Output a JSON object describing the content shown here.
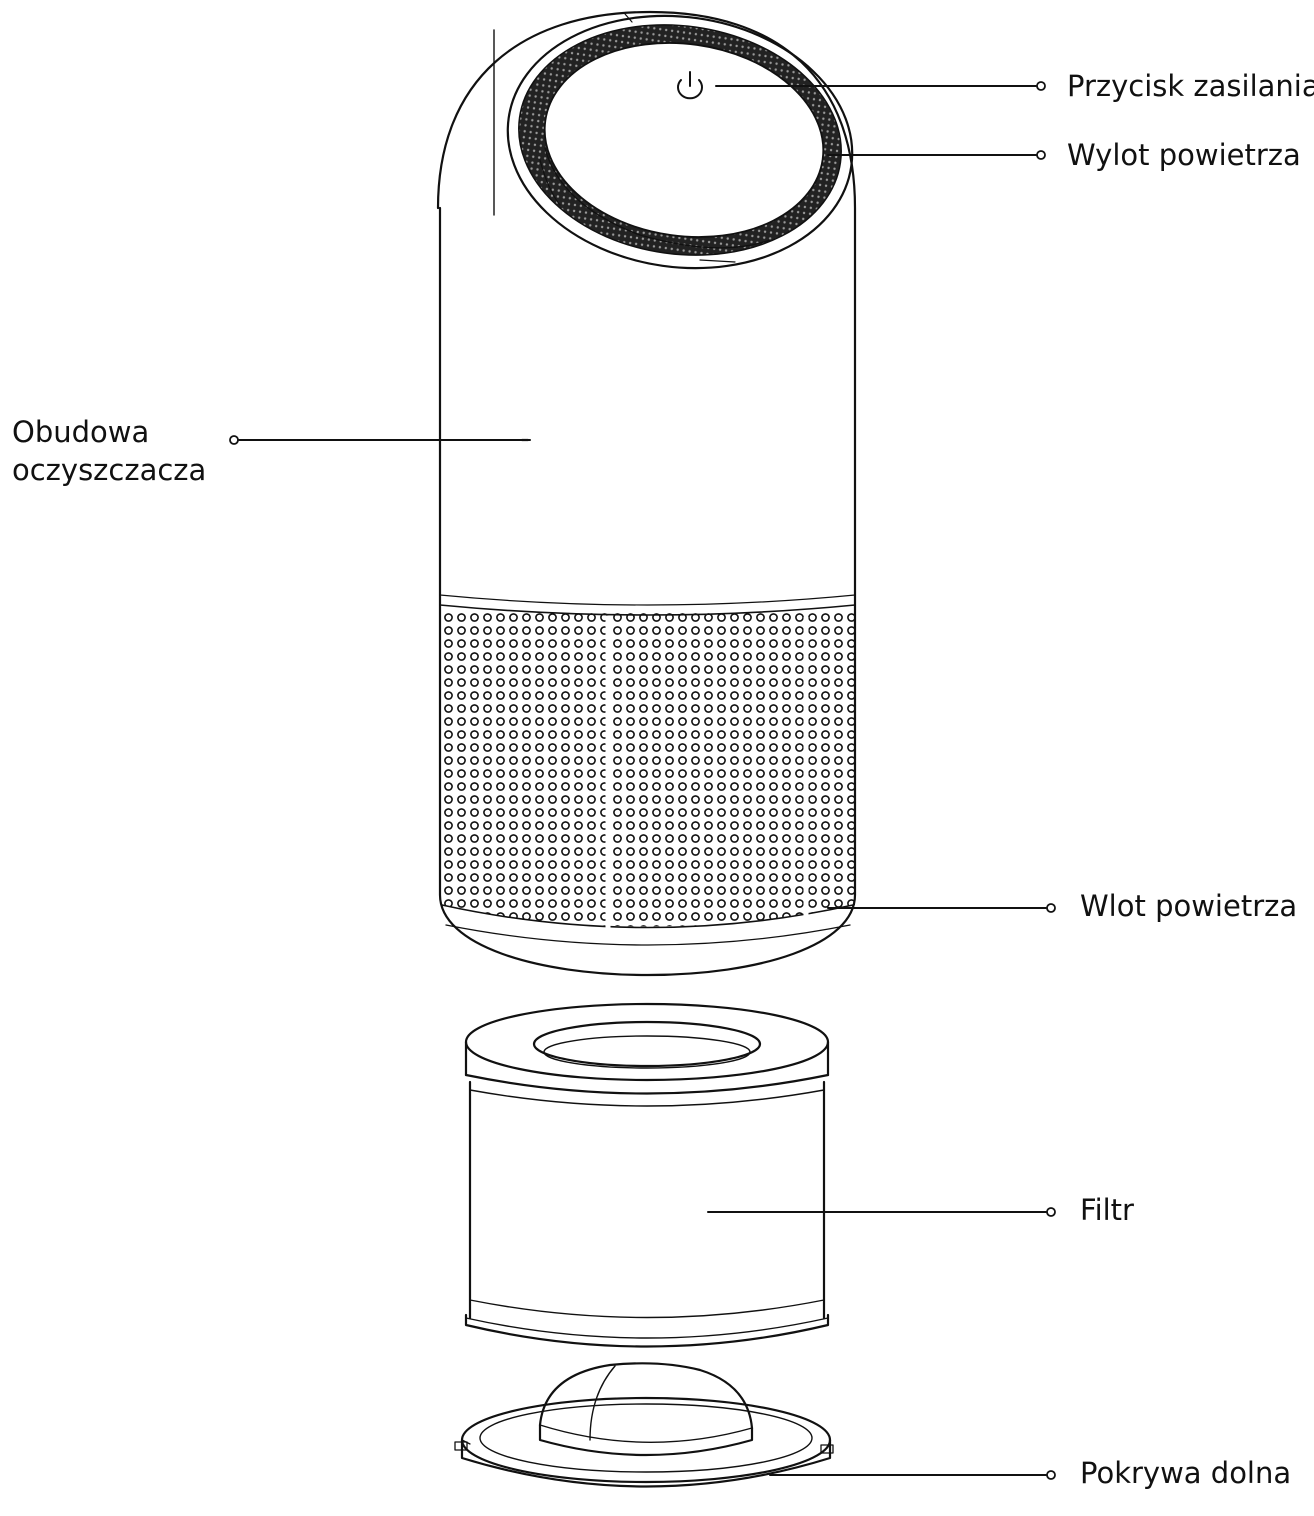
{
  "diagram": {
    "labels": {
      "power_button": "Przycisk zasilania",
      "air_outlet": "Wylot powietrza",
      "housing_line1": "Obudowa",
      "housing_line2": "oczyszczacza",
      "air_inlet": "Wlot powietrza",
      "filter": "Filtr",
      "bottom_cover": "Pokrywa dolna"
    },
    "colors": {
      "line": "#111111",
      "background": "#ffffff"
    },
    "icons": [
      "power-icon"
    ]
  }
}
